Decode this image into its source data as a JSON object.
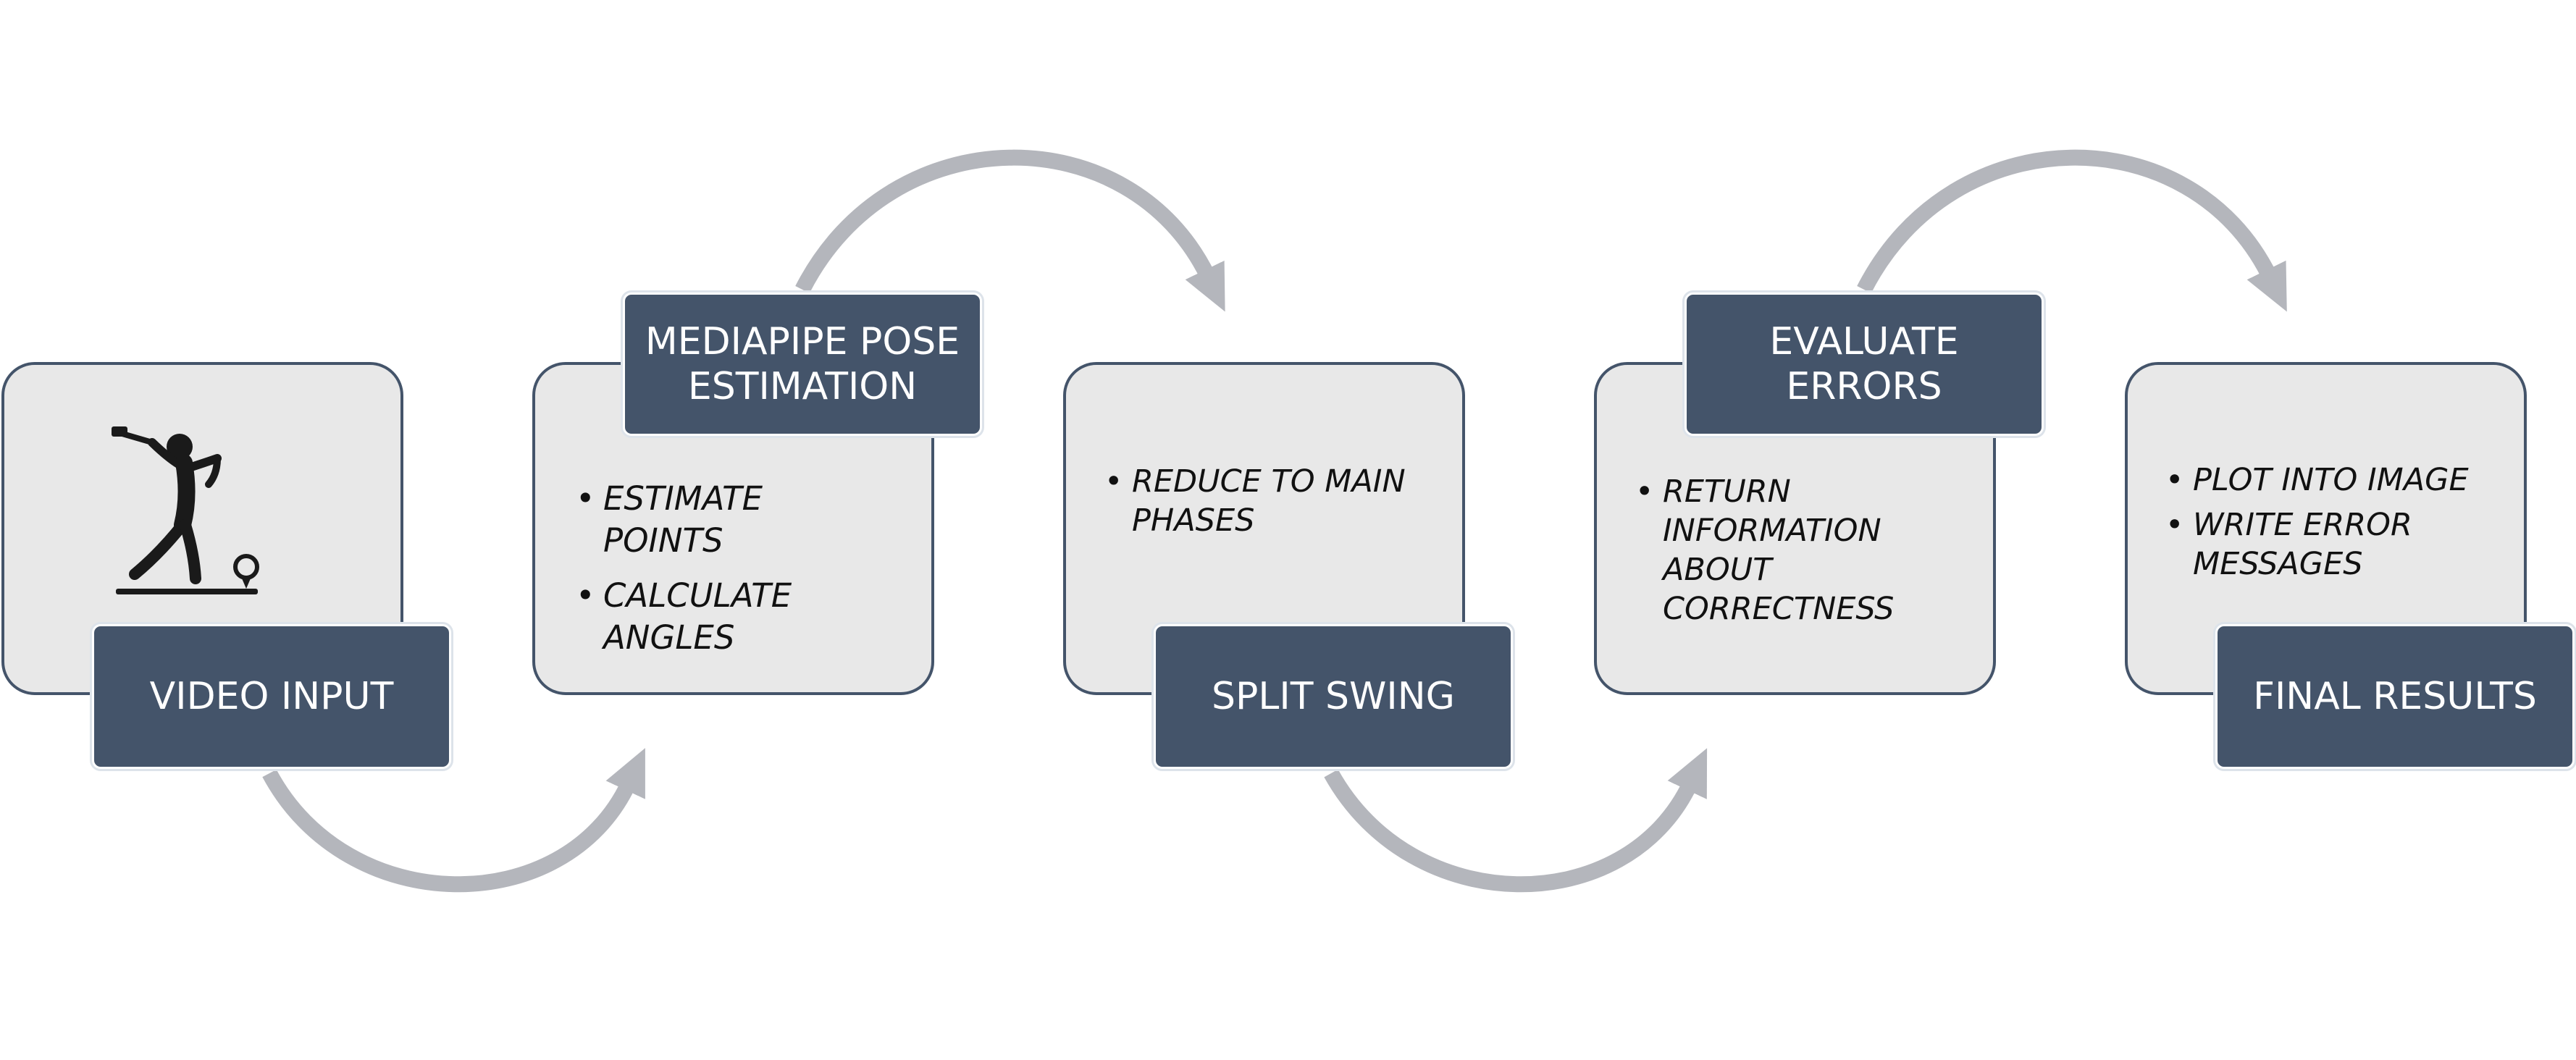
{
  "colors": {
    "card_fill": "#e8e8e8",
    "card_border": "#44546a",
    "label_fill": "#44546a",
    "label_text": "#ffffff",
    "arrow": "#b4b6bc"
  },
  "steps": [
    {
      "label": "VIDEO INPUT",
      "icon": "golfer-icon",
      "bullets": []
    },
    {
      "label": "MEDIAPIPE POSE ESTIMATION",
      "bullets": [
        "ESTIMATE POINTS",
        "CALCULATE ANGLES"
      ]
    },
    {
      "label": "SPLIT SWING",
      "bullets": [
        "REDUCE TO MAIN PHASES"
      ]
    },
    {
      "label": "EVALUATE ERRORS",
      "bullets": [
        "RETURN INFORMATION ABOUT CORRECTNESS"
      ]
    },
    {
      "label": "FINAL RESULTS",
      "bullets": [
        "PLOT INTO IMAGE",
        "WRITE ERROR MESSAGES"
      ]
    }
  ]
}
